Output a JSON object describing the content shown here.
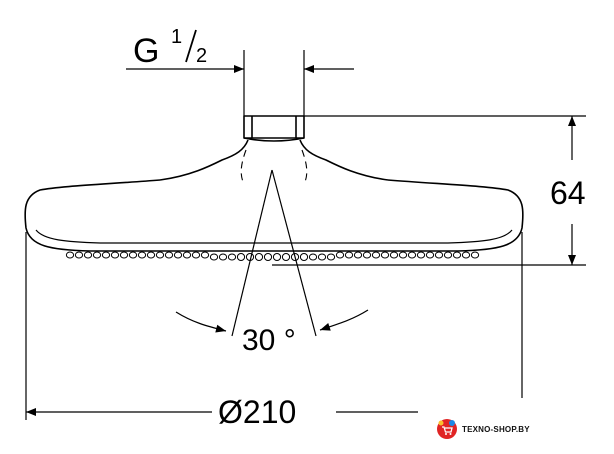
{
  "dimensions": {
    "thread": "G",
    "thread_fraction_num": "1",
    "thread_fraction_den": "2",
    "height": "64",
    "angle": "30 °",
    "diameter": "Ø210"
  },
  "watermark": {
    "text": "TEXNO-SHOP.BY",
    "colors": [
      "#e02424",
      "#1e88e5",
      "#fbc02d",
      "#8e24aa"
    ]
  }
}
